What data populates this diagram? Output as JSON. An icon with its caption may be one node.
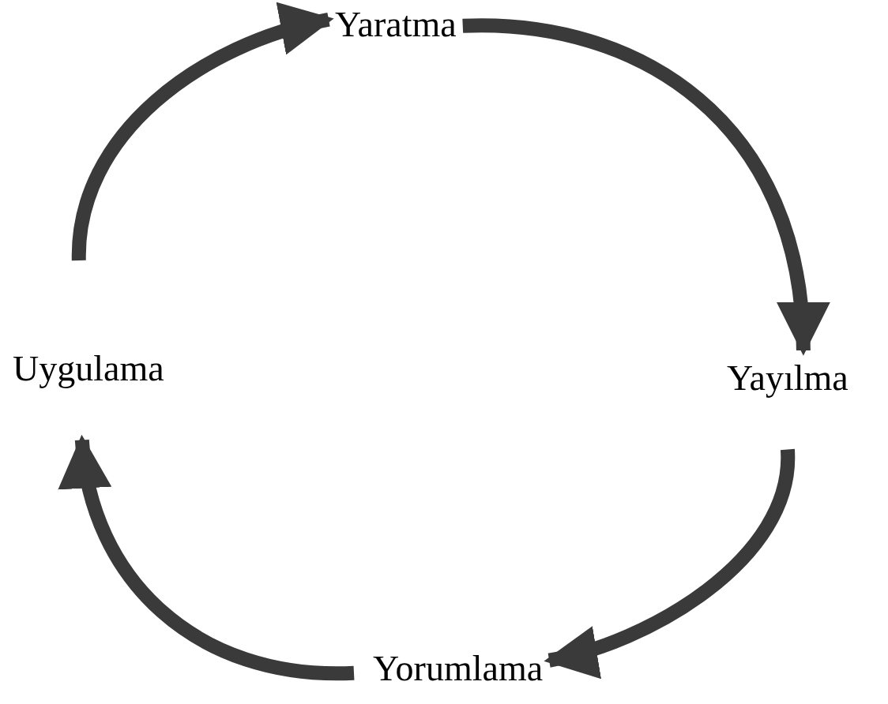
{
  "diagram": {
    "nodes": [
      {
        "text": [
          "Yaratma"
        ]
      },
      {
        "text": [
          "Yayılma"
        ]
      },
      {
        "text": [
          "Yorumlama"
        ]
      },
      {
        "text": [
          "Uygulama"
        ]
      }
    ],
    "edges": [
      {
        "from": 0,
        "to": 1,
        "arrow": "to"
      },
      {
        "from": 1,
        "to": 2,
        "arrow": "to"
      },
      {
        "from": 2,
        "to": 3,
        "arrow": "to"
      },
      {
        "from": 3,
        "to": 0,
        "arrow": "to"
      }
    ]
  }
}
